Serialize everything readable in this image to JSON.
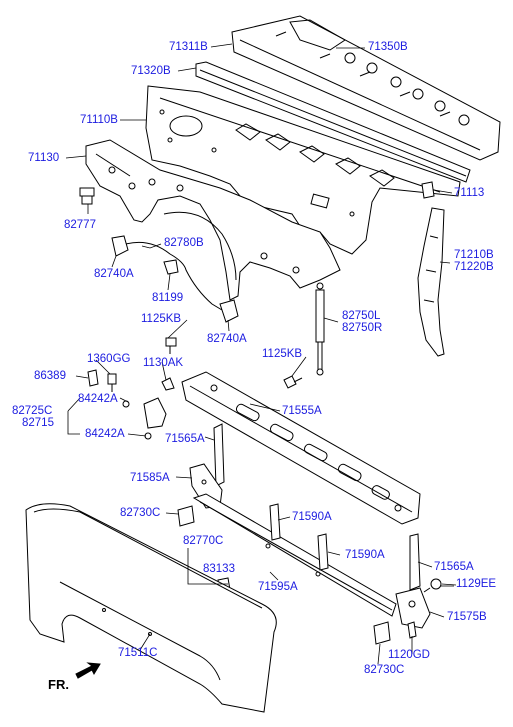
{
  "diagram": {
    "label_color": "#1c1ce0",
    "line_color": "#000000",
    "direction_label": "FR.",
    "parts": {
      "p71311B": "71311B",
      "p71350B": "71350B",
      "p71320B": "71320B",
      "p71110B": "71110B",
      "p71130": "71130",
      "p71113": "71113",
      "p82777": "82777",
      "p82780B": "82780B",
      "p82740A_1": "82740A",
      "p81199": "81199",
      "p71210B": "71210B",
      "p71220B": "71220B",
      "p1125KB_1": "1125KB",
      "p82740A_2": "82740A",
      "p82750L": "82750L",
      "p82750R": "82750R",
      "p1360GG": "1360GG",
      "p1130AK": "1130AK",
      "p1125KB_2": "1125KB",
      "p86389": "86389",
      "p84242A_1": "84242A",
      "p82725C": "82725C",
      "p82715": "82715",
      "p84242A_2": "84242A",
      "p71555A": "71555A",
      "p71565A_1": "71565A",
      "p71585A": "71585A",
      "p82730C_1": "82730C",
      "p71590A_1": "71590A",
      "p82770C": "82770C",
      "p71590A_2": "71590A",
      "p71565A_2": "71565A",
      "p83133": "83133",
      "p1129EE": "1129EE",
      "p71595A": "71595A",
      "p71575B": "71575B",
      "p71511C": "71511C",
      "p1120GD": "1120GD",
      "p82730C_2": "82730C"
    }
  }
}
